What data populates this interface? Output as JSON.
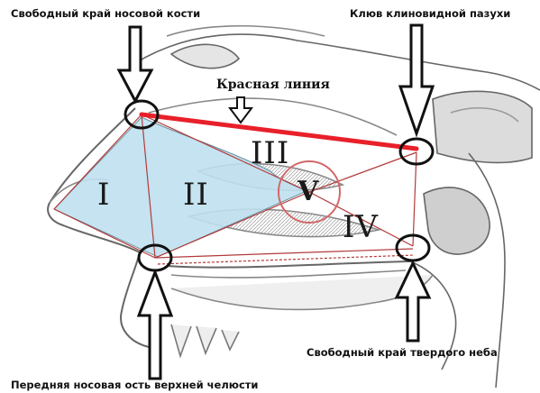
{
  "labels": {
    "nasal_bone_edge": "Свободный край носовой кости",
    "sphenoid_beak": "Клюв клиновидной пазухи",
    "red_line": "Красная линия",
    "hard_palate_edge": "Свободный край твердого неба",
    "anterior_nasal_spine": "Передняя носовая ость верхней челюсти"
  },
  "regions": {
    "r1": "I",
    "r2": "II",
    "r3": "III",
    "r4": "IV",
    "r5": "V"
  },
  "colors": {
    "red_line": "#e8202a",
    "construction_lines": "#b23a3a",
    "cavity_fill": "#bfe0ee",
    "anatomy_stroke": "#555555",
    "anatomy_fill": "#d9d9d9"
  }
}
